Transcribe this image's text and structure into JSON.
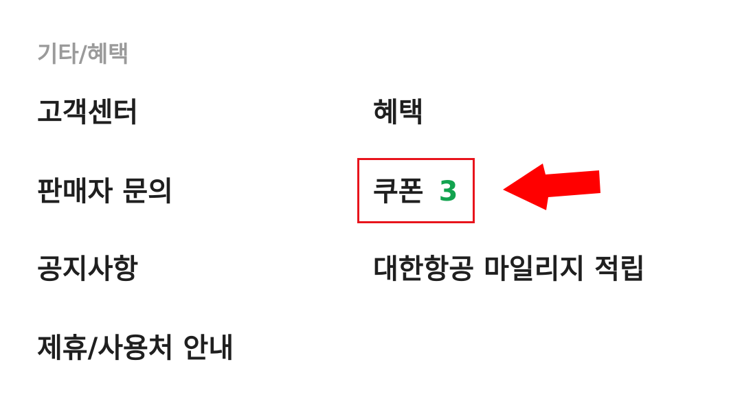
{
  "section": {
    "title": "기타/혜택"
  },
  "menu": {
    "left": [
      {
        "label": "고객센터"
      },
      {
        "label": "판매자 문의"
      },
      {
        "label": "공지사항"
      },
      {
        "label": "제휴/사용처 안내"
      }
    ],
    "right": [
      {
        "label": "혜택"
      },
      {
        "label": "쿠폰",
        "count": "3"
      },
      {
        "label": "대한항공 마일리지 적립"
      }
    ]
  },
  "colors": {
    "badge": "#12a34f",
    "annotation": "#e8141c",
    "text": "#1f1f1f",
    "section_title": "#9a9a9a"
  },
  "icons": {
    "annotation_arrow": "arrow-left-icon"
  }
}
